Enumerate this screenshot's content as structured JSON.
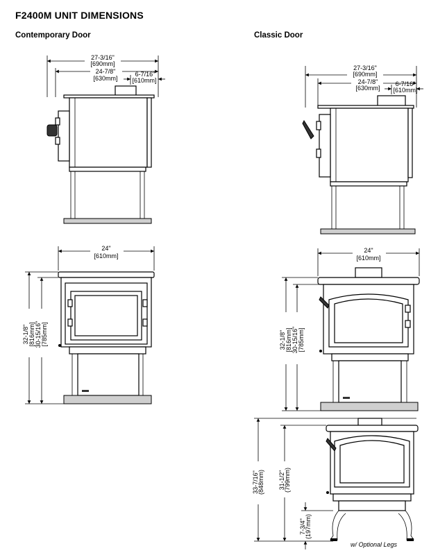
{
  "title": "F2400M UNIT DIMENSIONS",
  "contemporary": {
    "heading": "Contemporary Door",
    "side": {
      "overall_width": "27-3/16\"",
      "overall_width_mm": "[690mm]",
      "depth": "24-7/8\"",
      "depth_mm": "[630mm]",
      "flue": "6-7/16\"",
      "flue_mm": "[610mm]"
    },
    "front": {
      "width": "24\"",
      "width_mm": "[610mm]",
      "height": "32-1/8\"",
      "height_mm": "[816mm]",
      "flue_height": "30-15/16\"",
      "flue_height_mm": "[785mm]"
    }
  },
  "classic": {
    "heading": "Classic Door",
    "side": {
      "overall_width": "27-3/16\"",
      "overall_width_mm": "[690mm]",
      "depth": "24-7/8\"",
      "depth_mm": "[630mm]",
      "flue": "6-7/16\"",
      "flue_mm": "[610mm]"
    },
    "front": {
      "width": "24\"",
      "width_mm": "[610mm]",
      "height": "32-1/8\"",
      "height_mm": "[816mm]",
      "flue_height": "30-15/16\"",
      "flue_height_mm": "[785mm]"
    },
    "legs": {
      "height": "33-7/16\"",
      "height_mm": "(848mm)",
      "flue_height": "31-1/2\"",
      "flue_height_mm": "(799mm)",
      "leg_height": "7-3/4\"",
      "leg_height_mm": "(197mm)",
      "caption": "w/ Optional Legs"
    }
  }
}
